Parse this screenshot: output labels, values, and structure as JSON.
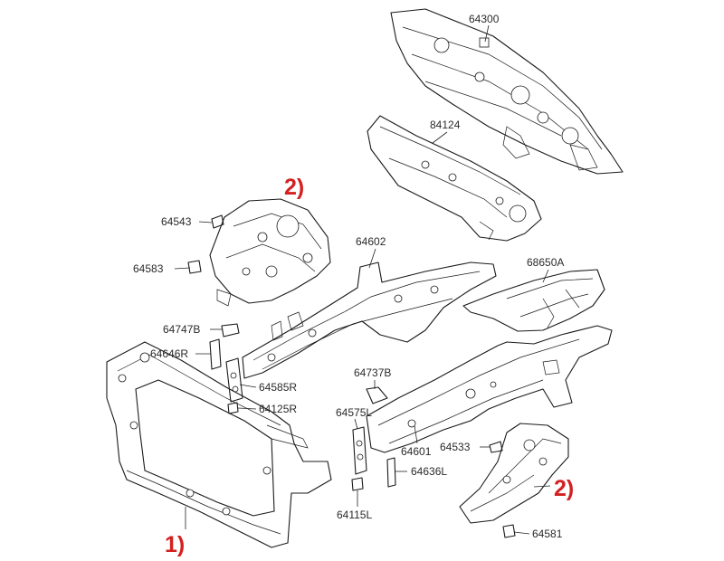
{
  "diagram": {
    "labels": {
      "p64300": "64300",
      "p84124": "84124",
      "p64543": "64543",
      "p64583": "64583",
      "p64602": "64602",
      "p68650A": "68650A",
      "p64747B": "64747B",
      "p64646R": "64646R",
      "p64585R": "64585R",
      "p64125R": "64125R",
      "p64737B": "64737B",
      "p64575L": "64575L",
      "p64601": "64601",
      "p64533": "64533",
      "p64636L": "64636L",
      "p64115L": "64115L",
      "p64581": "64581"
    },
    "callouts": {
      "c1": "1)",
      "c2_top": "2)",
      "c2_bottom": "2)"
    },
    "colors": {
      "line": "#1a1a1a",
      "label": "#2a2a2a",
      "callout": "#d42020"
    }
  }
}
